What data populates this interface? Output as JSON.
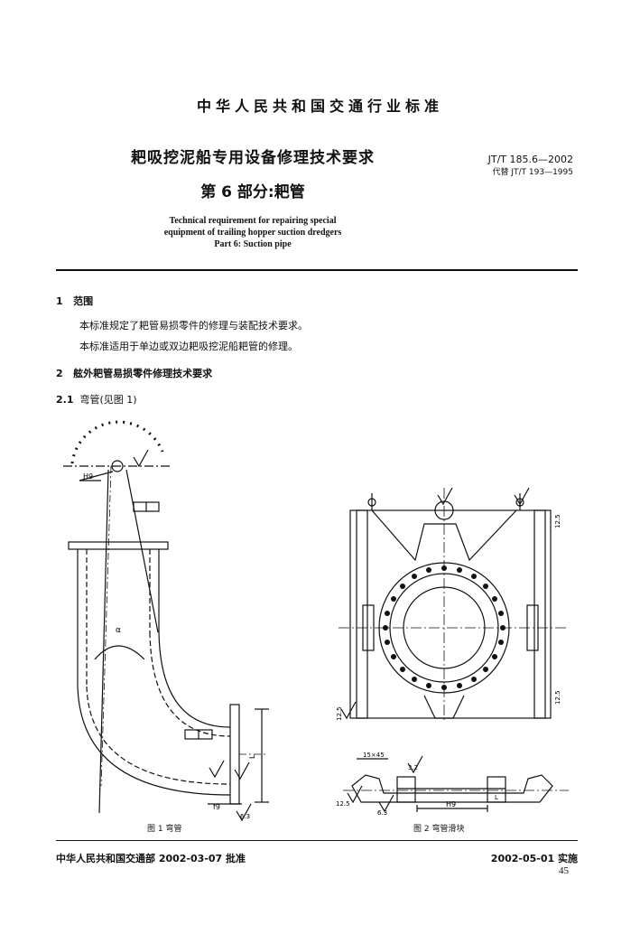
{
  "header": {
    "std_org": "中华人民共和国交通行业标准",
    "title_cn": "耙吸挖泥船专用设备修理技术要求",
    "part_cn": "第 6 部分:耙管",
    "std_code": "JT/T 185.6—2002",
    "replaces": "代替 JT/T 193—1995",
    "title_en": [
      "Technical requirement for repairing special",
      "equipment of trailing hopper suction dredgers",
      "Part 6: Suction pipe"
    ]
  },
  "sections": {
    "s1_num": "1",
    "s1_title": "范围",
    "s1_p1": "本标准规定了耙管易损零件的修理与装配技术要求。",
    "s1_p2": "本标准适用于单边或双边耙吸挖泥船耙管的修理。",
    "s2_num": "2",
    "s2_title": "舷外耙管易损零件修理技术要求",
    "s21_num": "2.1",
    "s21_title": "弯管(见图 1)"
  },
  "figures": {
    "fig1_caption": "图 1  弯管",
    "fig2_caption": "图 2  弯管滑块",
    "labels": {
      "h9_a": "H9",
      "h9_b": "H9",
      "f9": "f9",
      "angle": "α",
      "l": "L",
      "l2": "L",
      "r125_a": "12.5",
      "r125_b": "12.5",
      "r125_c": "12.5",
      "r125_d": "12.5",
      "r63_a": "6.3",
      "r63_b": "6.3",
      "chamfer": "15×45",
      "ra3": "3.2"
    }
  },
  "footer": {
    "issuer": "中华人民共和国交通部   2002-03-07 批准",
    "effective": "2002-05-01 实施",
    "page": "45"
  }
}
